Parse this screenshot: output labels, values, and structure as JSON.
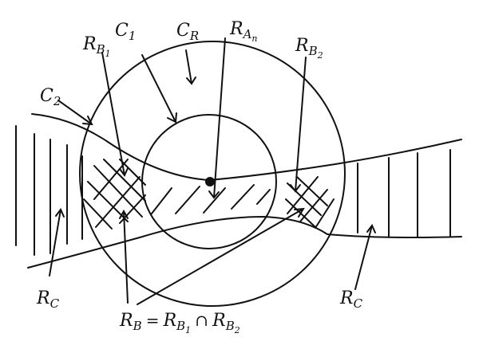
{
  "labels": {
    "c1": {
      "main": "C",
      "sub": "1"
    },
    "cr": {
      "main": "C",
      "sub": "R"
    },
    "ran": {
      "main": "R",
      "sub": "A",
      "subsub": "n"
    },
    "rb1": {
      "main": "R",
      "sub": "B",
      "subsub": "1"
    },
    "rb2": {
      "main": "R",
      "sub": "B",
      "subsub": "2"
    },
    "c2": {
      "main": "C",
      "sub": "2"
    },
    "rc_left": {
      "main": "R",
      "sub": "C"
    },
    "rc_right": {
      "main": "R",
      "sub": "C"
    },
    "rb_formula": {
      "lhs_main": "R",
      "lhs_sub": "B",
      "eq": "=",
      "a_main": "R",
      "a_sub": "B",
      "a_subsub": "1",
      "cap": "∩",
      "b_main": "R",
      "b_sub": "B",
      "b_subsub": "2"
    }
  },
  "colors": {
    "ink": "#111111",
    "background": "#ffffff"
  }
}
